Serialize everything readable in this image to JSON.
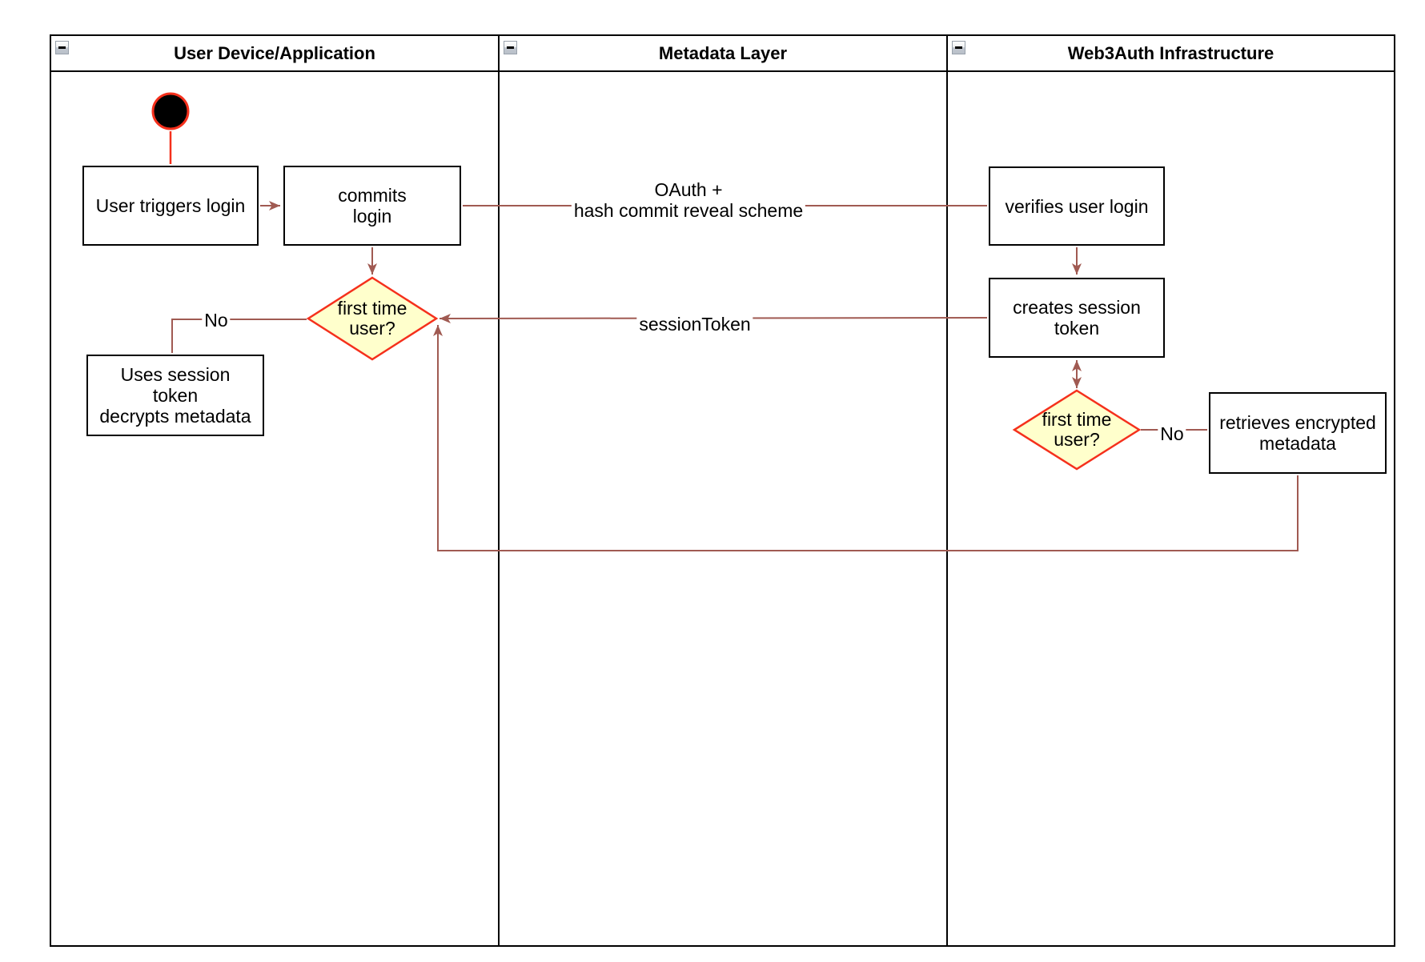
{
  "colors": {
    "edge-color": "#a05a52",
    "accent-red": "#f5301c",
    "diamond-fill": "#ffffcc",
    "node-border": "#000000",
    "text-color": "#000000"
  },
  "lanes": [
    {
      "title": "User Device/Application"
    },
    {
      "title": "Metadata Layer"
    },
    {
      "title": "Web3Auth Infrastructure"
    }
  ],
  "nodes": {
    "user_triggers_login": "User triggers login",
    "commits_login": "commits\nlogin",
    "first_time_user_left": "first time\nuser?",
    "uses_session_token": "Uses session\ntoken\ndecrypts metadata",
    "verifies_user_login": "verifies user login",
    "creates_session_token": "creates session\ntoken",
    "first_time_user_right": "first time\nuser?",
    "retrieves_encrypted_metadata": "retrieves encrypted\nmetadata"
  },
  "edge_labels": {
    "oauth": "OAuth +\nhash commit reveal scheme",
    "session_token": "sessionToken",
    "no_left": "No",
    "no_right": "No"
  }
}
